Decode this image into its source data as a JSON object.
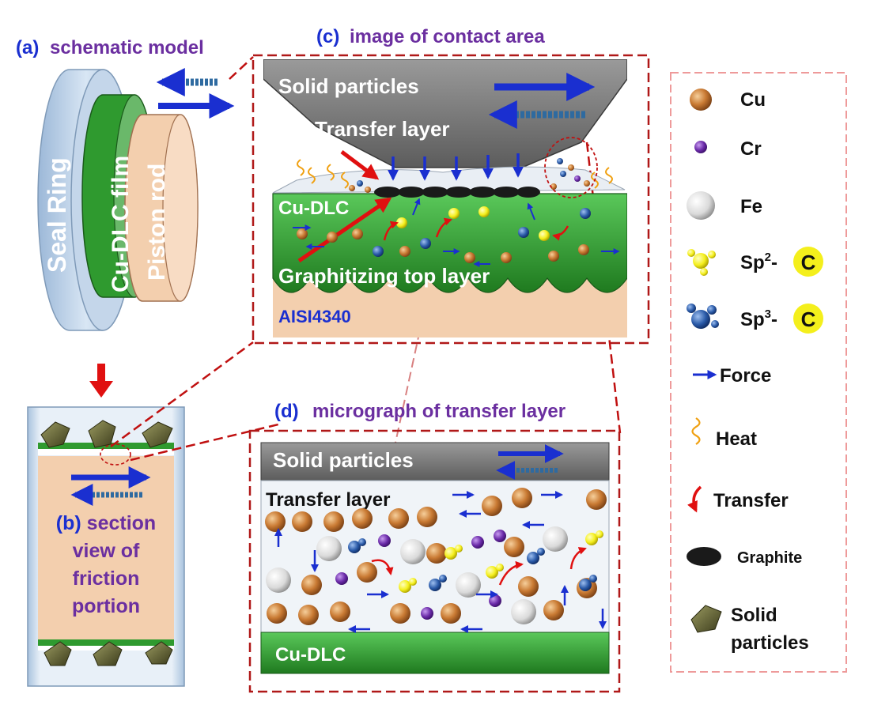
{
  "panels": {
    "a_letter": "(a)",
    "a_title": "schematic model",
    "b_letter": "(b)",
    "b_title_1": "section",
    "b_title_2": "view of",
    "b_title_3": "friction",
    "b_title_4": "portion",
    "c_letter": "(c)",
    "c_title": "image of contact area",
    "d_letter": "(d)",
    "d_title": "micrograph of transfer layer"
  },
  "labels": {
    "seal_ring": "Seal  Ring",
    "cu_dlc_film": "Cu-DLC film",
    "piston_rod": "Piston rod",
    "c_solid_particles": "Solid particles",
    "c_transfer_layer": "Transfer layer",
    "c_cu_dlc": "Cu-DLC",
    "c_graphitizing": "Graphitizing top layer",
    "c_substrate": "AISI4340",
    "d_solid_particles": "Solid particles",
    "d_transfer_layer": "Transfer layer",
    "d_cu_dlc": "Cu-DLC"
  },
  "legend": {
    "cu": "Cu",
    "cr": "Cr",
    "fe": "Fe",
    "sp2_prefix": "Sp",
    "sp2_sup": "2",
    "sp2_suffix": "-",
    "sp3_prefix": "Sp",
    "sp3_sup": "3",
    "sp3_suffix": "-",
    "carbon": "C",
    "force": "Force",
    "heat": "Heat",
    "transfer": "Transfer",
    "graphite": "Graphite",
    "solid_1": "Solid",
    "solid_2": "particles"
  },
  "colors": {
    "copper": "#c97a33",
    "chromium": "#6a2aa8",
    "iron": "#d6d6d6",
    "sp2": "#f4ef1c",
    "sp3": "#2a5aa8",
    "green": "#2f9a2f",
    "substrate": "#f3cfae",
    "title_purple": "#6b2fa0",
    "title_blue": "#1a2fd0",
    "frame_red": "#b01818",
    "legend_frame": "#ee9a9a"
  }
}
